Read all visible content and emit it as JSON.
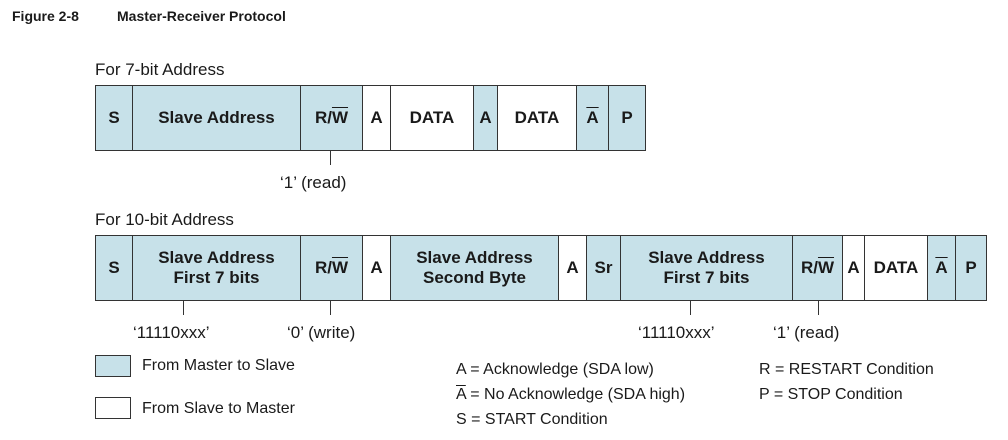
{
  "caption": {
    "number": "Figure 2-8",
    "title": "Master-Receiver Protocol"
  },
  "seven_bit": {
    "label": "For 7-bit Address",
    "cells": [
      {
        "text": "S",
        "overline": "",
        "owner": "master"
      },
      {
        "text": "Slave Address",
        "overline": "",
        "owner": "master"
      },
      {
        "text": "R/",
        "overline": "W",
        "owner": "master"
      },
      {
        "text": "A",
        "overline": "",
        "owner": "slave"
      },
      {
        "text": "DATA",
        "overline": "",
        "owner": "slave"
      },
      {
        "text": "A",
        "overline": "",
        "owner": "master"
      },
      {
        "text": "DATA",
        "overline": "",
        "owner": "slave"
      },
      {
        "text": "",
        "overline": "A",
        "owner": "master"
      },
      {
        "text": "P",
        "overline": "",
        "owner": "master"
      }
    ],
    "annotations": [
      "‘1’ (read)"
    ]
  },
  "ten_bit": {
    "label": "For 10-bit Address",
    "cells": [
      {
        "text": "S",
        "overline": "",
        "owner": "master"
      },
      {
        "text": "Slave Address\nFirst 7 bits",
        "overline": "",
        "owner": "master"
      },
      {
        "text": "R/",
        "overline": "W",
        "owner": "master"
      },
      {
        "text": "A",
        "overline": "",
        "owner": "slave"
      },
      {
        "text": "Slave Address\nSecond Byte",
        "overline": "",
        "owner": "master"
      },
      {
        "text": "A",
        "overline": "",
        "owner": "slave"
      },
      {
        "text": "Sr",
        "overline": "",
        "owner": "master"
      },
      {
        "text": "Slave Address\nFirst 7 bits",
        "overline": "",
        "owner": "master"
      },
      {
        "text": "R/",
        "overline": "W",
        "owner": "master"
      },
      {
        "text": "A",
        "overline": "",
        "owner": "slave"
      },
      {
        "text": "DATA",
        "overline": "",
        "owner": "slave"
      },
      {
        "text": "",
        "overline": "A",
        "owner": "master"
      },
      {
        "text": "P",
        "overline": "",
        "owner": "master"
      }
    ],
    "annotations": [
      "‘11110xxx’",
      "‘0’ (write)",
      "‘11110xxx’",
      "‘1’ (read)"
    ]
  },
  "legend": {
    "master_to_slave": "From Master to Slave",
    "slave_to_master": "From Slave to Master"
  },
  "definitions": {
    "ack": "A = Acknowledge (SDA low)",
    "nack_symbol": "A",
    "nack_text": " = No Acknowledge (SDA high)",
    "start": "S = START Condition",
    "restart": "R = RESTART Condition",
    "stop": "P = STOP Condition"
  },
  "colors": {
    "master_fill": "#c7e1e9",
    "slave_fill": "#ffffff",
    "border": "#333333"
  }
}
